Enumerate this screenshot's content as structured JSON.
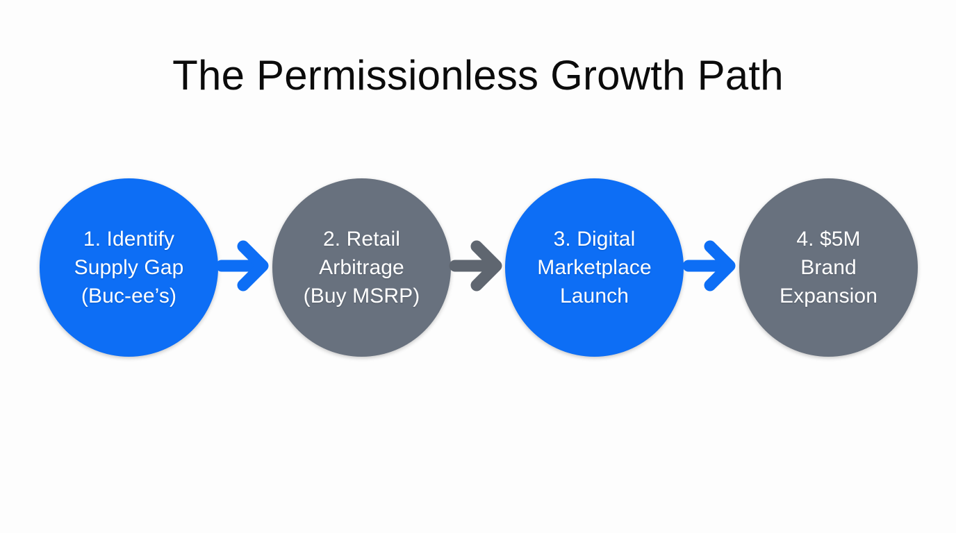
{
  "slide": {
    "title": "The Permissionless Growth Path",
    "background_color": "#fdfdfd",
    "title_color": "#0b0b0b"
  },
  "palette": {
    "blue": "#0d6ef5",
    "gray": "#68717e",
    "node_text": "#ffffff"
  },
  "flow": {
    "nodes": [
      {
        "id": "node-1",
        "step": "1",
        "label": "1. Identify\nSupply Gap\n(Buc-ee’s)",
        "lines": [
          "1. Identify",
          "Supply Gap",
          "(Buc-ee’s)"
        ],
        "color": "#0d6ef5",
        "color_name": "blue"
      },
      {
        "id": "node-2",
        "step": "2",
        "label": "2. Retail\nArbitrage\n(Buy MSRP)",
        "lines": [
          "2. Retail",
          "Arbitrage",
          "(Buy MSRP)"
        ],
        "color": "#68717e",
        "color_name": "gray"
      },
      {
        "id": "node-3",
        "step": "3",
        "label": "3. Digital\nMarketplace\nLaunch",
        "lines": [
          "3. Digital",
          "Marketplace",
          "Launch"
        ],
        "color": "#0d6ef5",
        "color_name": "blue"
      },
      {
        "id": "node-4",
        "step": "4",
        "label": "4. $5M\nBrand\nExpansion",
        "lines": [
          "4. $5M",
          "Brand",
          "Expansion"
        ],
        "color": "#68717e",
        "color_name": "gray"
      }
    ],
    "connectors": [
      {
        "id": "arrow-1",
        "icon": "arrow-right-icon",
        "color": "#0d6ef5",
        "from": "node-1",
        "to": "node-2"
      },
      {
        "id": "arrow-2",
        "icon": "arrow-right-icon",
        "color": "#5f6670",
        "from": "node-2",
        "to": "node-3"
      },
      {
        "id": "arrow-3",
        "icon": "arrow-right-icon",
        "color": "#0d6ef5",
        "from": "node-3",
        "to": "node-4"
      }
    ]
  }
}
